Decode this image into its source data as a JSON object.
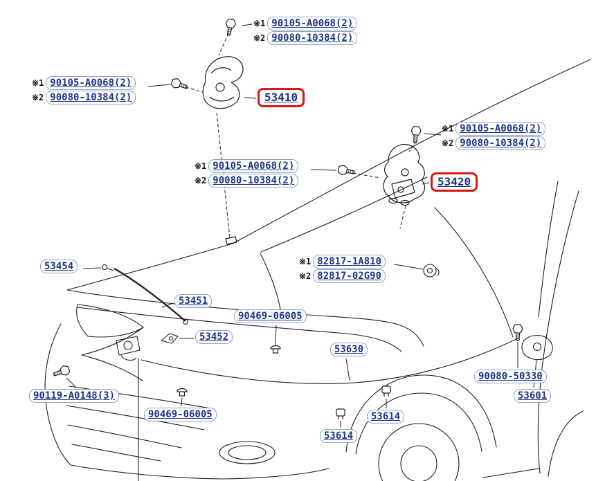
{
  "page": {
    "background": "#ffffff"
  },
  "colors": {
    "part_text": "#1d3587",
    "part_border": "#8fa3c8",
    "highlight_border": "#d81414",
    "line_art": "#1c1c1c"
  },
  "callouts": {
    "bolts_top": {
      "rows": [
        {
          "prefix": "※1",
          "part": "90105-A0068(2)"
        },
        {
          "prefix": "※2",
          "part": "90080-10384(2)"
        }
      ]
    },
    "bolts_left": {
      "rows": [
        {
          "prefix": "※1",
          "part": "90105-A0068(2)"
        },
        {
          "prefix": "※2",
          "part": "90080-10384(2)"
        }
      ]
    },
    "bolts_right": {
      "rows": [
        {
          "prefix": "※1",
          "part": "90105-A0068(2)"
        },
        {
          "prefix": "※2",
          "part": "90080-10384(2)"
        }
      ]
    },
    "bolts_mid": {
      "rows": [
        {
          "prefix": "※1",
          "part": "90105-A0068(2)"
        },
        {
          "prefix": "※2",
          "part": "90080-10384(2)"
        }
      ]
    },
    "stay_82817": {
      "rows": [
        {
          "prefix": "※1",
          "part": "82817-1A810"
        },
        {
          "prefix": "※2",
          "part": "82817-02G90"
        }
      ]
    },
    "p53410": {
      "part": "53410",
      "highlighted": true
    },
    "p53420": {
      "part": "53420",
      "highlighted": true
    },
    "p53454": {
      "part": "53454"
    },
    "p53451": {
      "part": "53451"
    },
    "p90469_upper": {
      "part": "90469-06005"
    },
    "p53452": {
      "part": "53452"
    },
    "p53630": {
      "part": "53630"
    },
    "p90119": {
      "part": "90119-A0148(3)"
    },
    "p90080_50330": {
      "part": "90080-50330"
    },
    "p53601": {
      "part": "53601"
    },
    "p90469_lower": {
      "part": "90469-06005"
    },
    "p53614_a": {
      "part": "53614"
    },
    "p53614_b": {
      "part": "53614"
    }
  }
}
